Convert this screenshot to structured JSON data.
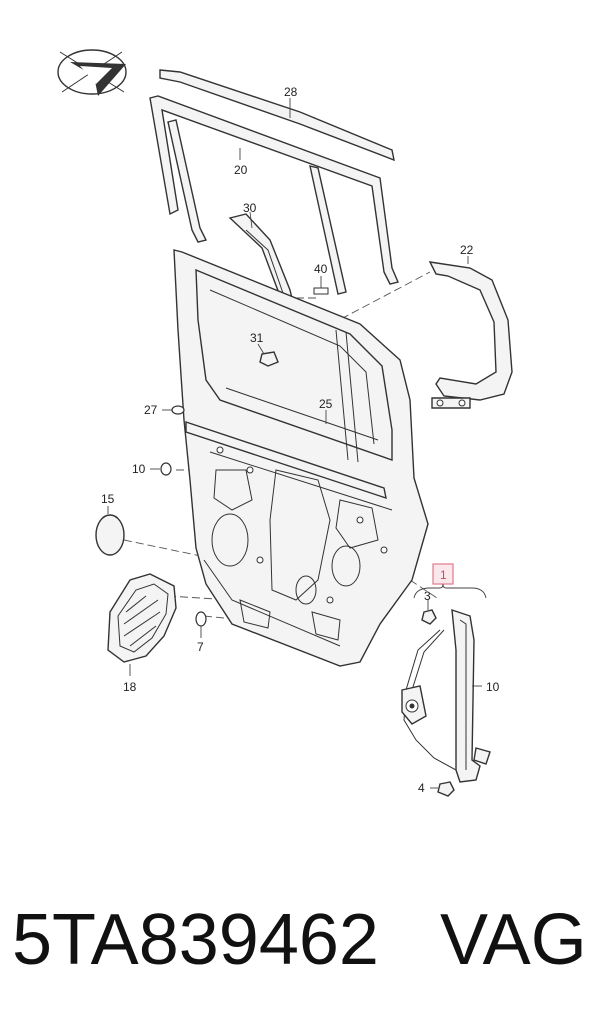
{
  "labels": {
    "p28": "28",
    "p20": "20",
    "p30": "30",
    "p40": "40",
    "p22": "22",
    "p31": "31",
    "p27": "27",
    "p25": "25",
    "p10_left": "10",
    "p15": "15",
    "p7": "7",
    "p18": "18",
    "p1": "1",
    "p3": "3",
    "p10_right": "10",
    "p4": "4"
  },
  "footer": {
    "part_number": "5TA839462",
    "brand": "VAG"
  },
  "colors": {
    "line": "#333333",
    "highlight": "#e07a8a",
    "fill": "#f4f4f4"
  },
  "icons": {
    "logo": "compass-arrow-icon"
  }
}
